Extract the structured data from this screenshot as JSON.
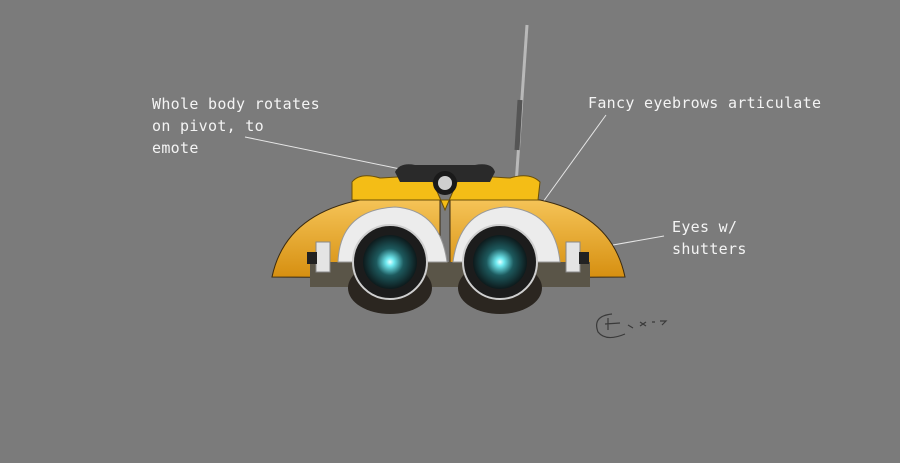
{
  "annotations": {
    "body_rotation": "Whole body rotates\non pivot, to\nemote",
    "eyebrows": "Fancy eyebrows articulate",
    "eyes": "Eyes w/\nshutters"
  },
  "signature": "Fox '13",
  "colors": {
    "background": "#7b7b7b",
    "body_yellow": "#f2b21c",
    "lens_glow": "#7ff6ff"
  }
}
